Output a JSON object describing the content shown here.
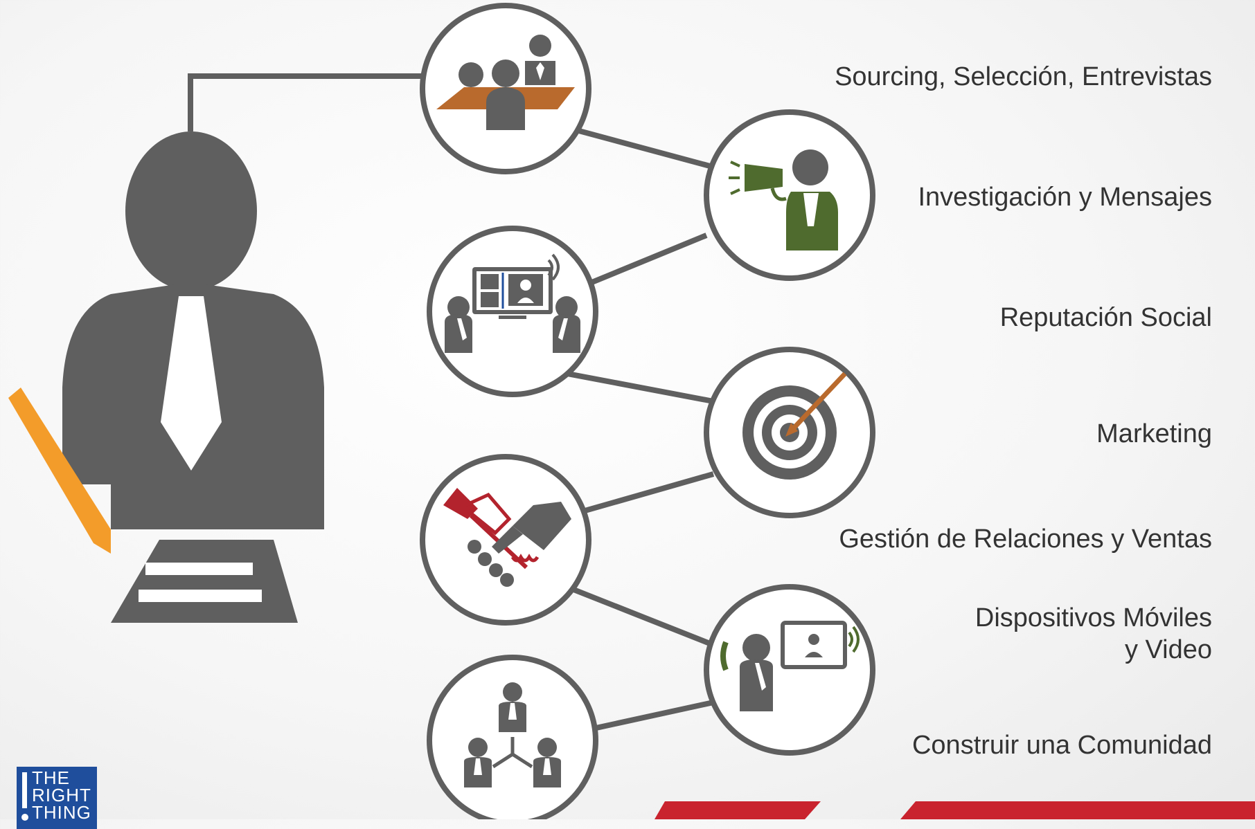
{
  "labels": {
    "sourcing": "Sourcing, Selección, Entrevistas",
    "research": "Investigación y Mensajes",
    "reputation": "Reputación Social",
    "marketing": "Marketing",
    "relations": "Gestión de Relaciones y Ventas",
    "mobile_line1": "Dispositivos Móviles",
    "mobile_line2": "y Video",
    "community": "Construir una Comunidad"
  },
  "logo": {
    "line1": "THE",
    "line2": "RIGHT",
    "line3": "THING"
  },
  "colors": {
    "gray": "#5f5f5f",
    "orange_table": "#b96a2d",
    "pencil": "#f39c2a",
    "green": "#4f6b2e",
    "red": "#b3232d",
    "logo_blue": "#1f4e9c"
  },
  "icons": [
    "meeting-table-icon",
    "megaphone-person-icon",
    "video-conference-icon",
    "target-arrow-icon",
    "handshake-icon",
    "mobile-video-call-icon",
    "network-people-icon"
  ]
}
